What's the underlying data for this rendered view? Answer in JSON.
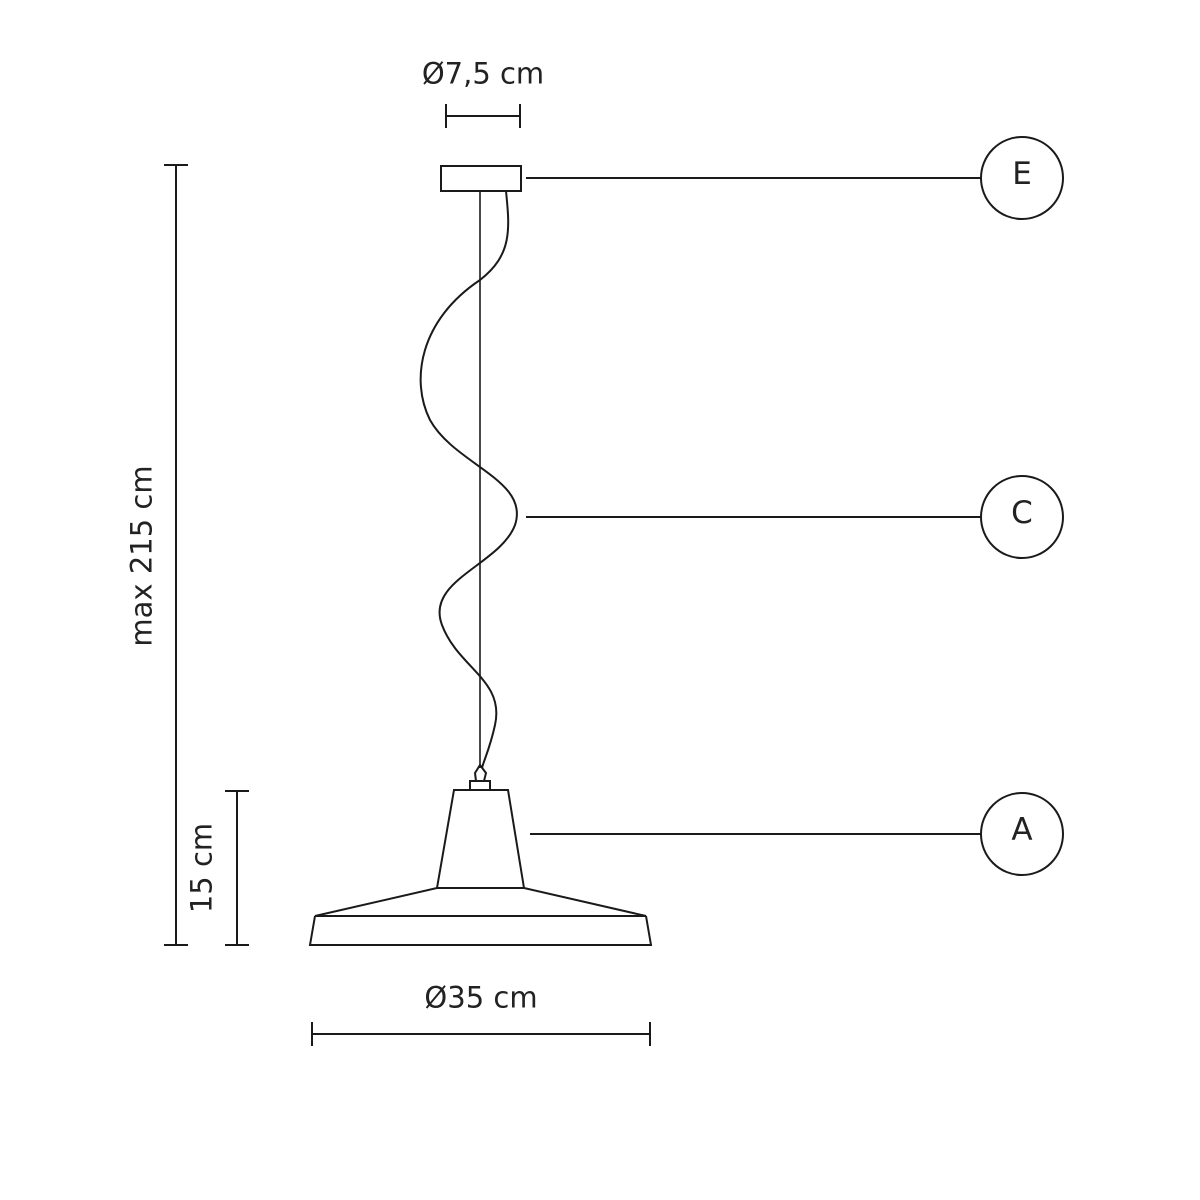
{
  "dimensions": {
    "canopy_diameter": "Ø7,5 cm",
    "max_height": "max 215 cm",
    "shade_height": "15 cm",
    "shade_diameter": "Ø35 cm"
  },
  "callouts": {
    "canopy": "E",
    "cable": "C",
    "shade": "A"
  },
  "colors": {
    "line": "#1a1a1a",
    "text": "#222222",
    "background": "#ffffff"
  }
}
